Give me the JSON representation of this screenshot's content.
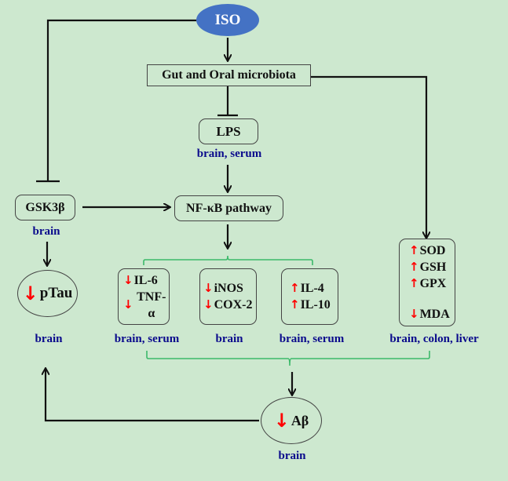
{
  "nodes": {
    "iso": {
      "label": "ISO",
      "color": "#4472c4"
    },
    "microbiota": {
      "label": "Gut and Oral microbiota"
    },
    "lps": {
      "label": "LPS",
      "location": "brain, serum"
    },
    "gsk3b": {
      "label": "GSK3β",
      "location": "brain"
    },
    "nfkb": {
      "label": "NF-κB pathway"
    },
    "ptau": {
      "label": "pTau",
      "direction": "down",
      "location": "brain"
    },
    "abeta": {
      "label": "Aβ",
      "direction": "down",
      "location": "brain"
    },
    "cytokines_down": {
      "items": [
        {
          "arrow": "↓",
          "label": "IL-6"
        },
        {
          "arrow": "↓",
          "label": "TNF-α"
        }
      ],
      "location": "brain, serum"
    },
    "enzymes_down": {
      "items": [
        {
          "arrow": "↓",
          "label": "iNOS"
        },
        {
          "arrow": "↓",
          "label": "COX-2"
        }
      ],
      "location": "brain"
    },
    "cytokines_up": {
      "items": [
        {
          "arrow": "↑",
          "label": "IL-4"
        },
        {
          "arrow": "↑",
          "label": "IL-10"
        }
      ],
      "location": "brain, serum"
    },
    "oxidative": {
      "items": [
        {
          "arrow": "↑",
          "label": "SOD"
        },
        {
          "arrow": "↑",
          "label": "GSH"
        },
        {
          "arrow": "↑",
          "label": "GPX"
        },
        {
          "arrow": "↓",
          "label": "MDA"
        }
      ],
      "location": "brain, colon, liver"
    }
  },
  "edges": [
    {
      "from": "ISO",
      "to": "Gut and Oral microbiota",
      "type": "activate"
    },
    {
      "from": "ISO",
      "to": "GSK3β",
      "type": "inhibit"
    },
    {
      "from": "Gut and Oral microbiota",
      "to": "LPS",
      "type": "inhibit"
    },
    {
      "from": "Gut and Oral microbiota",
      "to": "SOD/GSH/GPX/MDA",
      "type": "activate"
    },
    {
      "from": "LPS",
      "to": "NF-κB pathway",
      "type": "activate"
    },
    {
      "from": "GSK3β",
      "to": "NF-κB pathway",
      "type": "activate"
    },
    {
      "from": "GSK3β",
      "to": "pTau",
      "type": "activate"
    },
    {
      "from": "NF-κB pathway",
      "to": "cytokine/enzyme group",
      "type": "activate"
    },
    {
      "from": "markers group",
      "to": "Aβ",
      "type": "activate"
    },
    {
      "from": "Aβ",
      "to": "pTau",
      "type": "activate"
    }
  ],
  "colors": {
    "arrow_up": "#ff0000",
    "arrow_down": "#ff0000",
    "location_text": "#0a0a8c",
    "bracket": "#3cb96a",
    "background": "#cde8cf"
  }
}
